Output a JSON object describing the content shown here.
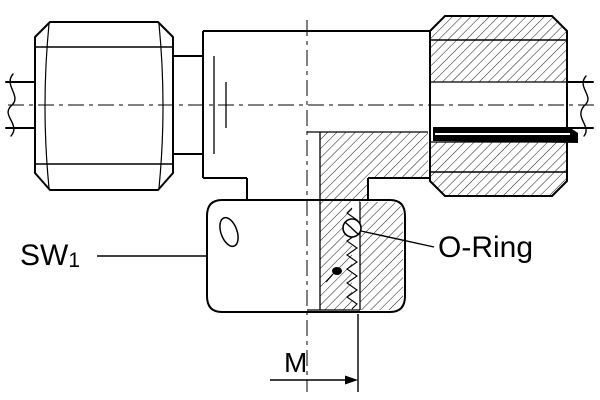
{
  "drawing": {
    "type": "technical-section-drawing",
    "subject": "tee-fitting-with-o-ring",
    "labels": {
      "sw": "SW",
      "sw_sub": "1",
      "o_ring": "O-Ring",
      "m": "M"
    },
    "colors": {
      "line": "#000000",
      "background": "#ffffff"
    }
  }
}
